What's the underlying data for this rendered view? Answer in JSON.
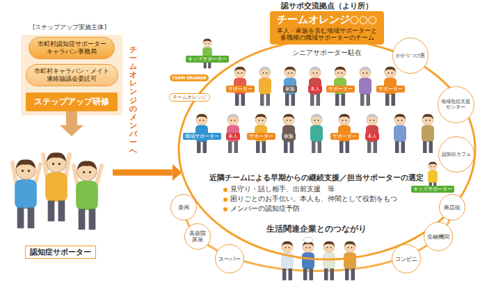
{
  "diagram": {
    "nodes": [
      {
        "text": [
          "市町村認知症サポーター キャラバン事務局"
        ]
      },
      {
        "text": [
          "市町村キャラバン・メイト 連絡協議会委託可"
        ]
      },
      {
        "text": [
          "ステップアップ研修"
        ]
      },
      {
        "text": [
          "認知症サポーター"
        ]
      },
      {
        "text": [
          "認サポ交流拠点（より所）",
          "チームオレンジ○○○",
          "本人・家族を含む地域サポーターと 多職種の職域サポーターのチーム"
        ]
      },
      {
        "text": [
          "シニアサポーター駐在",
          "近隣チームによる早期からの継続支援／担当サポーターの選定",
          "見守り・話し相手、出前支援　等",
          "困りごとのお手伝い。本人も、仲間として役割をもつ",
          "メンバーの認知症予防"
        ]
      },
      {
        "text": [
          "キッズサポーター"
        ],
        "in": 5
      },
      {
        "text": [
          "チームオレンジ"
        ],
        "in": 5
      },
      {
        "text": [
          "サポーター"
        ],
        "in": 5
      },
      {
        "text": [
          "家族"
        ],
        "in": 5
      },
      {
        "text": [
          "本人"
        ],
        "in": 5
      },
      {
        "text": [
          "サポーター"
        ],
        "in": 5
      },
      {
        "text": [
          "かかりつけ医"
        ],
        "in": 5
      },
      {
        "text": [
          "サポーター"
        ],
        "in": 5
      },
      {
        "text": [
          "地域包括支援センター"
        ],
        "in": 5
      },
      {
        "text": [
          "職域サポーター"
        ],
        "in": 5
      },
      {
        "text": [
          "本人"
        ],
        "in": 5
      },
      {
        "text": [
          "サポーター"
        ],
        "in": 5
      },
      {
        "text": [
          "家族"
        ],
        "in": 5
      },
      {
        "text": [
          "サポーター"
        ],
        "in": 5
      },
      {
        "text": [
          "本人"
        ],
        "in": 5
      },
      {
        "text": [
          "認知症カフェ"
        ],
        "in": 5
      },
      {
        "text": [
          "キッズサポーター"
        ],
        "in": 5
      },
      {
        "text": [
          "薬局"
        ]
      },
      {
        "text": [
          "美容院 床屋"
        ]
      },
      {
        "text": [
          "スーパー"
        ]
      },
      {
        "text": [
          "商店街"
        ]
      },
      {
        "text": [
          "金融機関"
        ]
      },
      {
        "text": [
          "コンビニ"
        ]
      }
    ],
    "edges": [
      {
        "from": 2,
        "to": 3,
        "arrow": "to"
      },
      {
        "from": 3,
        "to": 5,
        "label": "チームオレンジのメンバーへ",
        "arrow": "to"
      }
    ],
    "labels": [
      "[ステップアップ実施主体]",
      "TEAM ORANGE",
      "生活関連企業とのつながり"
    ]
  }
}
